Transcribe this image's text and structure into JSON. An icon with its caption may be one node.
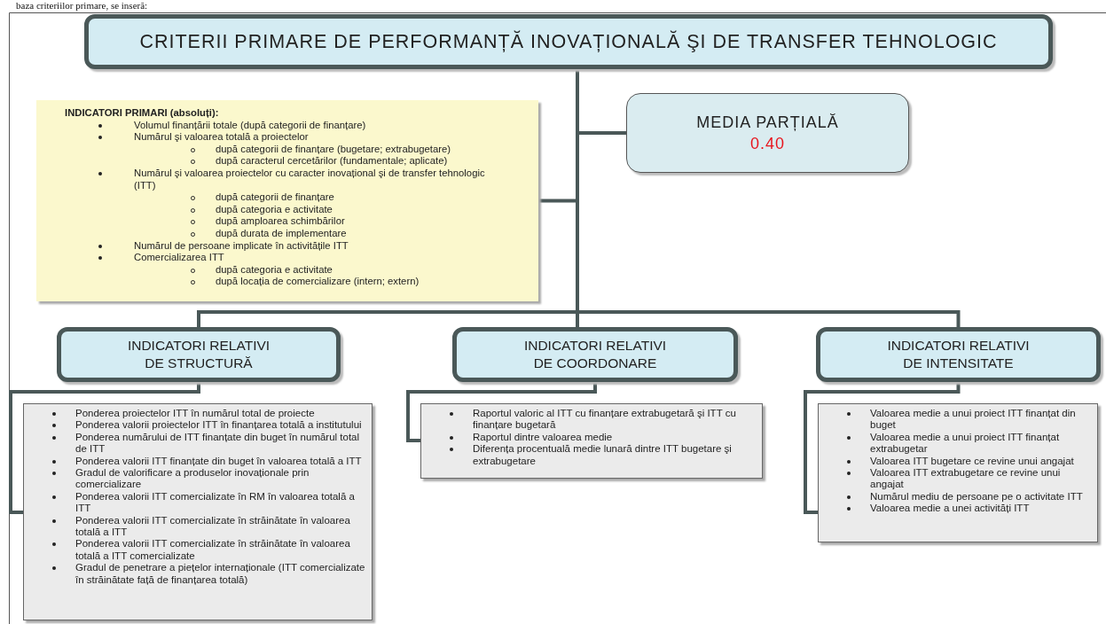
{
  "diagram": {
    "nodes": [
      {
        "text": [
          "CRITERII PRIMARE DE PERFORMANȚĂ INOVAȚIONALĂ ŞI DE TRANSFER TEHNOLOGIC"
        ]
      },
      {
        "text": [
          "MEDIA PARȚIALĂ",
          "0.40"
        ]
      },
      {
        "text": [
          "INDICATORI PRIMARI (absoluți):",
          "Volumul finanțării totale (după categorii de finanțare)",
          "Numărul şi valoarea totală a proiectelor",
          "după categorii de finanțare (bugetare; extrabugetare)",
          "după caracterul cercetărilor (fundamentale; aplicate)",
          "Numărul şi valoarea proiectelor cu caracter inovațional şi de transfer tehnologic (ITT)",
          "după categorii de finanțare",
          "după categoria e activitate",
          "după amploarea schimbărilor",
          "după durata de implementare",
          "Numărul de persoane implicate în activitățile ITT",
          "Comercializarea ITT",
          "după categoria e activitate",
          "după locația de comercializare (intern; extern)"
        ]
      },
      {
        "text": [
          "INDICATORI RELATIVI DE STRUCTURĂ"
        ]
      },
      {
        "text": [
          "INDICATORI RELATIVI DE COORDONARE"
        ]
      },
      {
        "text": [
          "INDICATORI RELATIVI DE INTENSITATE"
        ]
      },
      {
        "text": [
          "Ponderea proiectelor ITT în numărul total de proiecte",
          "Ponderea valorii proiectelor ITT în finanțarea totală a institutului",
          "Ponderea numărului de ITT finanțate din buget în numărul total de ITT",
          "Ponderea valorii ITT finanțate din buget în valoarea totală a ITT",
          "Gradul de valorificare a produselor inovaționale prin comercializare",
          "Ponderea valorii ITT comercializate în RM în valoarea totală a ITT",
          "Ponderea valorii ITT comercializate în străinătate în valoarea totală a ITT",
          "Ponderea valorii ITT comercializate în străinătate în valoarea totală a ITT comercializate",
          "Gradul de penetrare a piețelor internaționale (ITT comercializate în străinătate față de finanțarea totală)"
        ]
      },
      {
        "text": [
          "Raportul valoric al ITT cu finanțare extrabugetară şi ITT cu finanțare bugetară",
          "Raportul dintre valoarea medie",
          "Diferența procentuală medie lunară dintre ITT bugetare şi extrabugetare"
        ]
      },
      {
        "text": [
          "Valoarea medie a unui proiect ITT finanțat din buget",
          "Valoarea medie a unui proiect ITT finanțat extrabugetar",
          "Valoarea ITT bugetare ce revine unui angajat",
          "Valoarea ITT extrabugetare ce revine unui angajat",
          "Numărul mediu de persoane pe o activitate ITT",
          "Valoarea medie a unei activități ITT"
        ]
      }
    ],
    "edges": [
      {
        "from": 0,
        "to": 1,
        "arrow": "none"
      },
      {
        "from": 0,
        "to": 2,
        "arrow": "none"
      },
      {
        "from": 0,
        "to": 3,
        "arrow": "none"
      },
      {
        "from": 0,
        "to": 4,
        "arrow": "none"
      },
      {
        "from": 0,
        "to": 5,
        "arrow": "none"
      },
      {
        "from": 3,
        "to": 6,
        "arrow": "none"
      },
      {
        "from": 4,
        "to": 7,
        "arrow": "none"
      },
      {
        "from": 5,
        "to": 8,
        "arrow": "none"
      }
    ],
    "labels": [
      "baza criteriilor primare, se inseră:"
    ]
  }
}
